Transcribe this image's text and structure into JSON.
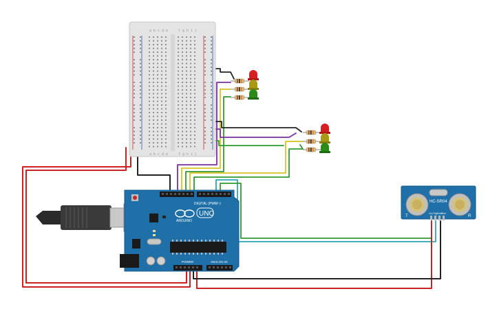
{
  "canvas": {
    "background": "#ffffff"
  },
  "breadboard": {
    "color": "#e8e8e8",
    "rail_red": "#c62828",
    "rail_blue": "#2f56a8",
    "col_letters_left": [
      "a",
      "b",
      "c",
      "d",
      "e"
    ],
    "col_letters_right": [
      "f",
      "g",
      "h",
      "i",
      "j"
    ]
  },
  "arduino": {
    "board_color": "#1f6fa8",
    "brand": "ARDUINO",
    "model": "UNO",
    "digital_label": "DIGITAL (PWM~)",
    "power_label": "POWER",
    "analog_label": "ANALOG IN"
  },
  "sensor": {
    "model": "HC-SR04",
    "board_color": "#1f6fa8",
    "pin_labels": [
      "Vcc",
      "Trig",
      "Echo",
      "Gnd"
    ],
    "corner_t": "T",
    "corner_r": "R"
  },
  "leds": {
    "colors": {
      "red": "#d42020",
      "yellow": "#a89a14",
      "green": "#2c8a18"
    }
  },
  "wires": {
    "red": "#cc1f1f",
    "black": "#222222",
    "purple": "#7b2fa0",
    "yellow": "#d8c21a",
    "green": "#2e9a2e",
    "teal": "#2aa6b8"
  }
}
